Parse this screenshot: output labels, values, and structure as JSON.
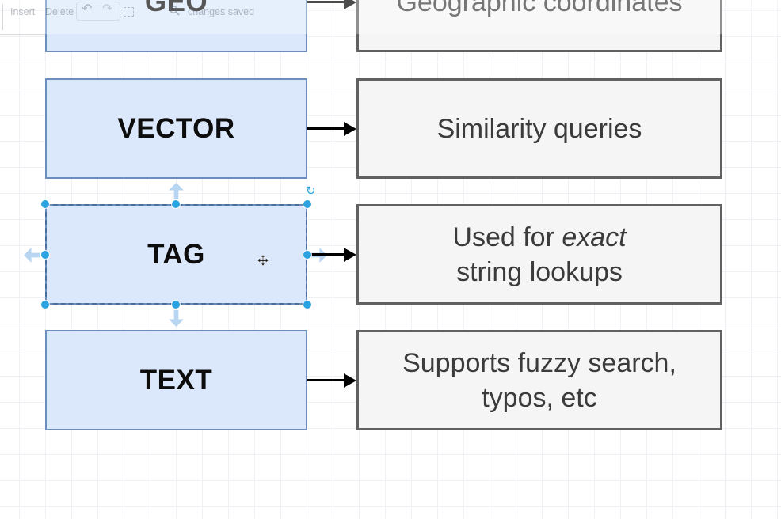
{
  "toolbar": {
    "insert_label": "Insert",
    "delete_label": "Delete",
    "undo_icon": "↶",
    "redo_icon": "↷",
    "status": "changes saved"
  },
  "selection": {
    "rotate_icon": "↻",
    "handle_color": "#2aa3e0",
    "dash_color": "#4a6e99",
    "ghost_arrow_color": "#b5d3f2"
  },
  "colors": {
    "node_fill": "#dbe8fb",
    "node_stroke": "#6c8ebf",
    "desc_fill": "#f5f5f5",
    "desc_stroke": "#616161",
    "arrow": "#000000",
    "grid_line": "#eff1f5"
  },
  "diagram": {
    "rows": [
      {
        "label": "GEO",
        "desc_line1": "Geographic coordinates"
      },
      {
        "label": "VECTOR",
        "desc_line1": "Similarity queries"
      },
      {
        "label": "TAG",
        "desc_line1_pre": "Used for ",
        "desc_line1_italic": "exact",
        "desc_line2": "string lookups",
        "selected": "true"
      },
      {
        "label": "TEXT",
        "desc_line1": "Supports fuzzy search,",
        "desc_line2": "typos, etc"
      }
    ]
  }
}
